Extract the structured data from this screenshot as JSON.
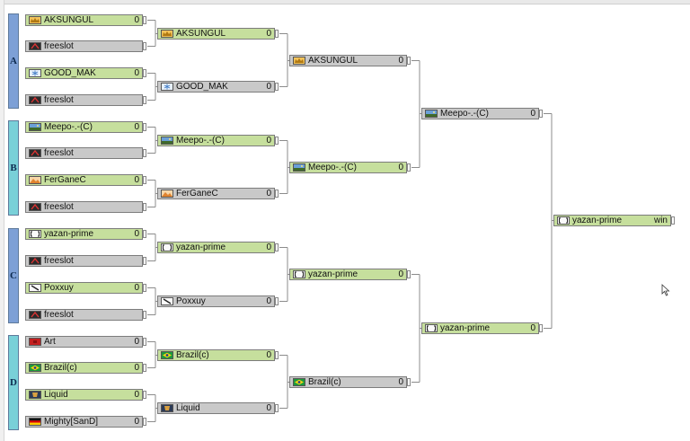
{
  "groups": [
    "A",
    "B",
    "C",
    "D"
  ],
  "round1": [
    {
      "name": "AKSUNGUL",
      "score": "0",
      "status": "win",
      "icon": "crown-icon"
    },
    {
      "name": "freeslot",
      "score": "",
      "status": "lose",
      "icon": "freeslot-icon"
    },
    {
      "name": "GOOD_MAK",
      "score": "0",
      "status": "win",
      "icon": "snowflake-icon"
    },
    {
      "name": "freeslot",
      "score": "",
      "status": "lose",
      "icon": "freeslot-icon"
    },
    {
      "name": "Meepo-.-(C)",
      "score": "0",
      "status": "win",
      "icon": "landscape-icon"
    },
    {
      "name": "freeslot",
      "score": "",
      "status": "lose",
      "icon": "freeslot-icon"
    },
    {
      "name": "FerGaneC",
      "score": "0",
      "status": "win",
      "icon": "mountain-icon"
    },
    {
      "name": "freeslot",
      "score": "",
      "status": "lose",
      "icon": "freeslot-icon"
    },
    {
      "name": "yazan-prime",
      "score": "0",
      "status": "win",
      "icon": "bracket-icon"
    },
    {
      "name": "freeslot",
      "score": "",
      "status": "lose",
      "icon": "freeslot-icon"
    },
    {
      "name": "Poxxuy",
      "score": "0",
      "status": "win",
      "icon": "sword-icon"
    },
    {
      "name": "freeslot",
      "score": "",
      "status": "lose",
      "icon": "freeslot-icon"
    },
    {
      "name": "Art",
      "score": "0",
      "status": "lose",
      "icon": "red-flag-icon"
    },
    {
      "name": "Brazil(c)",
      "score": "0",
      "status": "win",
      "icon": "brazil-flag-icon"
    },
    {
      "name": "Liquid",
      "score": "0",
      "status": "win",
      "icon": "liquid-icon"
    },
    {
      "name": "Mighty[SanD]",
      "score": "0",
      "status": "lose",
      "icon": "germany-flag-icon"
    }
  ],
  "round2": [
    {
      "name": "AKSUNGUL",
      "score": "0",
      "status": "win",
      "icon": "crown-icon"
    },
    {
      "name": "GOOD_MAK",
      "score": "0",
      "status": "lose",
      "icon": "snowflake-icon"
    },
    {
      "name": "Meepo-.-(C)",
      "score": "0",
      "status": "win",
      "icon": "landscape-icon"
    },
    {
      "name": "FerGaneC",
      "score": "0",
      "status": "lose",
      "icon": "mountain-icon"
    },
    {
      "name": "yazan-prime",
      "score": "0",
      "status": "win",
      "icon": "bracket-icon"
    },
    {
      "name": "Poxxuy",
      "score": "0",
      "status": "lose",
      "icon": "sword-icon"
    },
    {
      "name": "Brazil(c)",
      "score": "0",
      "status": "win",
      "icon": "brazil-flag-icon"
    },
    {
      "name": "Liquid",
      "score": "0",
      "status": "lose",
      "icon": "liquid-icon"
    }
  ],
  "round3": [
    {
      "name": "AKSUNGUL",
      "score": "0",
      "status": "lose",
      "icon": "crown-icon"
    },
    {
      "name": "Meepo-.-(C)",
      "score": "0",
      "status": "win",
      "icon": "landscape-icon"
    },
    {
      "name": "yazan-prime",
      "score": "0",
      "status": "win",
      "icon": "bracket-icon"
    },
    {
      "name": "Brazil(c)",
      "score": "0",
      "status": "lose",
      "icon": "brazil-flag-icon"
    }
  ],
  "round4": [
    {
      "name": "Meepo-.-(C)",
      "score": "0",
      "status": "lose",
      "icon": "landscape-icon"
    },
    {
      "name": "yazan-prime",
      "score": "0",
      "status": "win",
      "icon": "bracket-icon"
    }
  ],
  "final": {
    "name": "yazan-prime",
    "score": "win",
    "status": "win",
    "icon": "bracket-icon"
  },
  "colors": {
    "win": "#c6df9d",
    "lose": "#c9c9c9",
    "groupA": "#7da0d6",
    "groupB": "#79d0d8",
    "groupC": "#7da0d6",
    "groupD": "#79d0d8",
    "line": "#8c8c8c"
  }
}
